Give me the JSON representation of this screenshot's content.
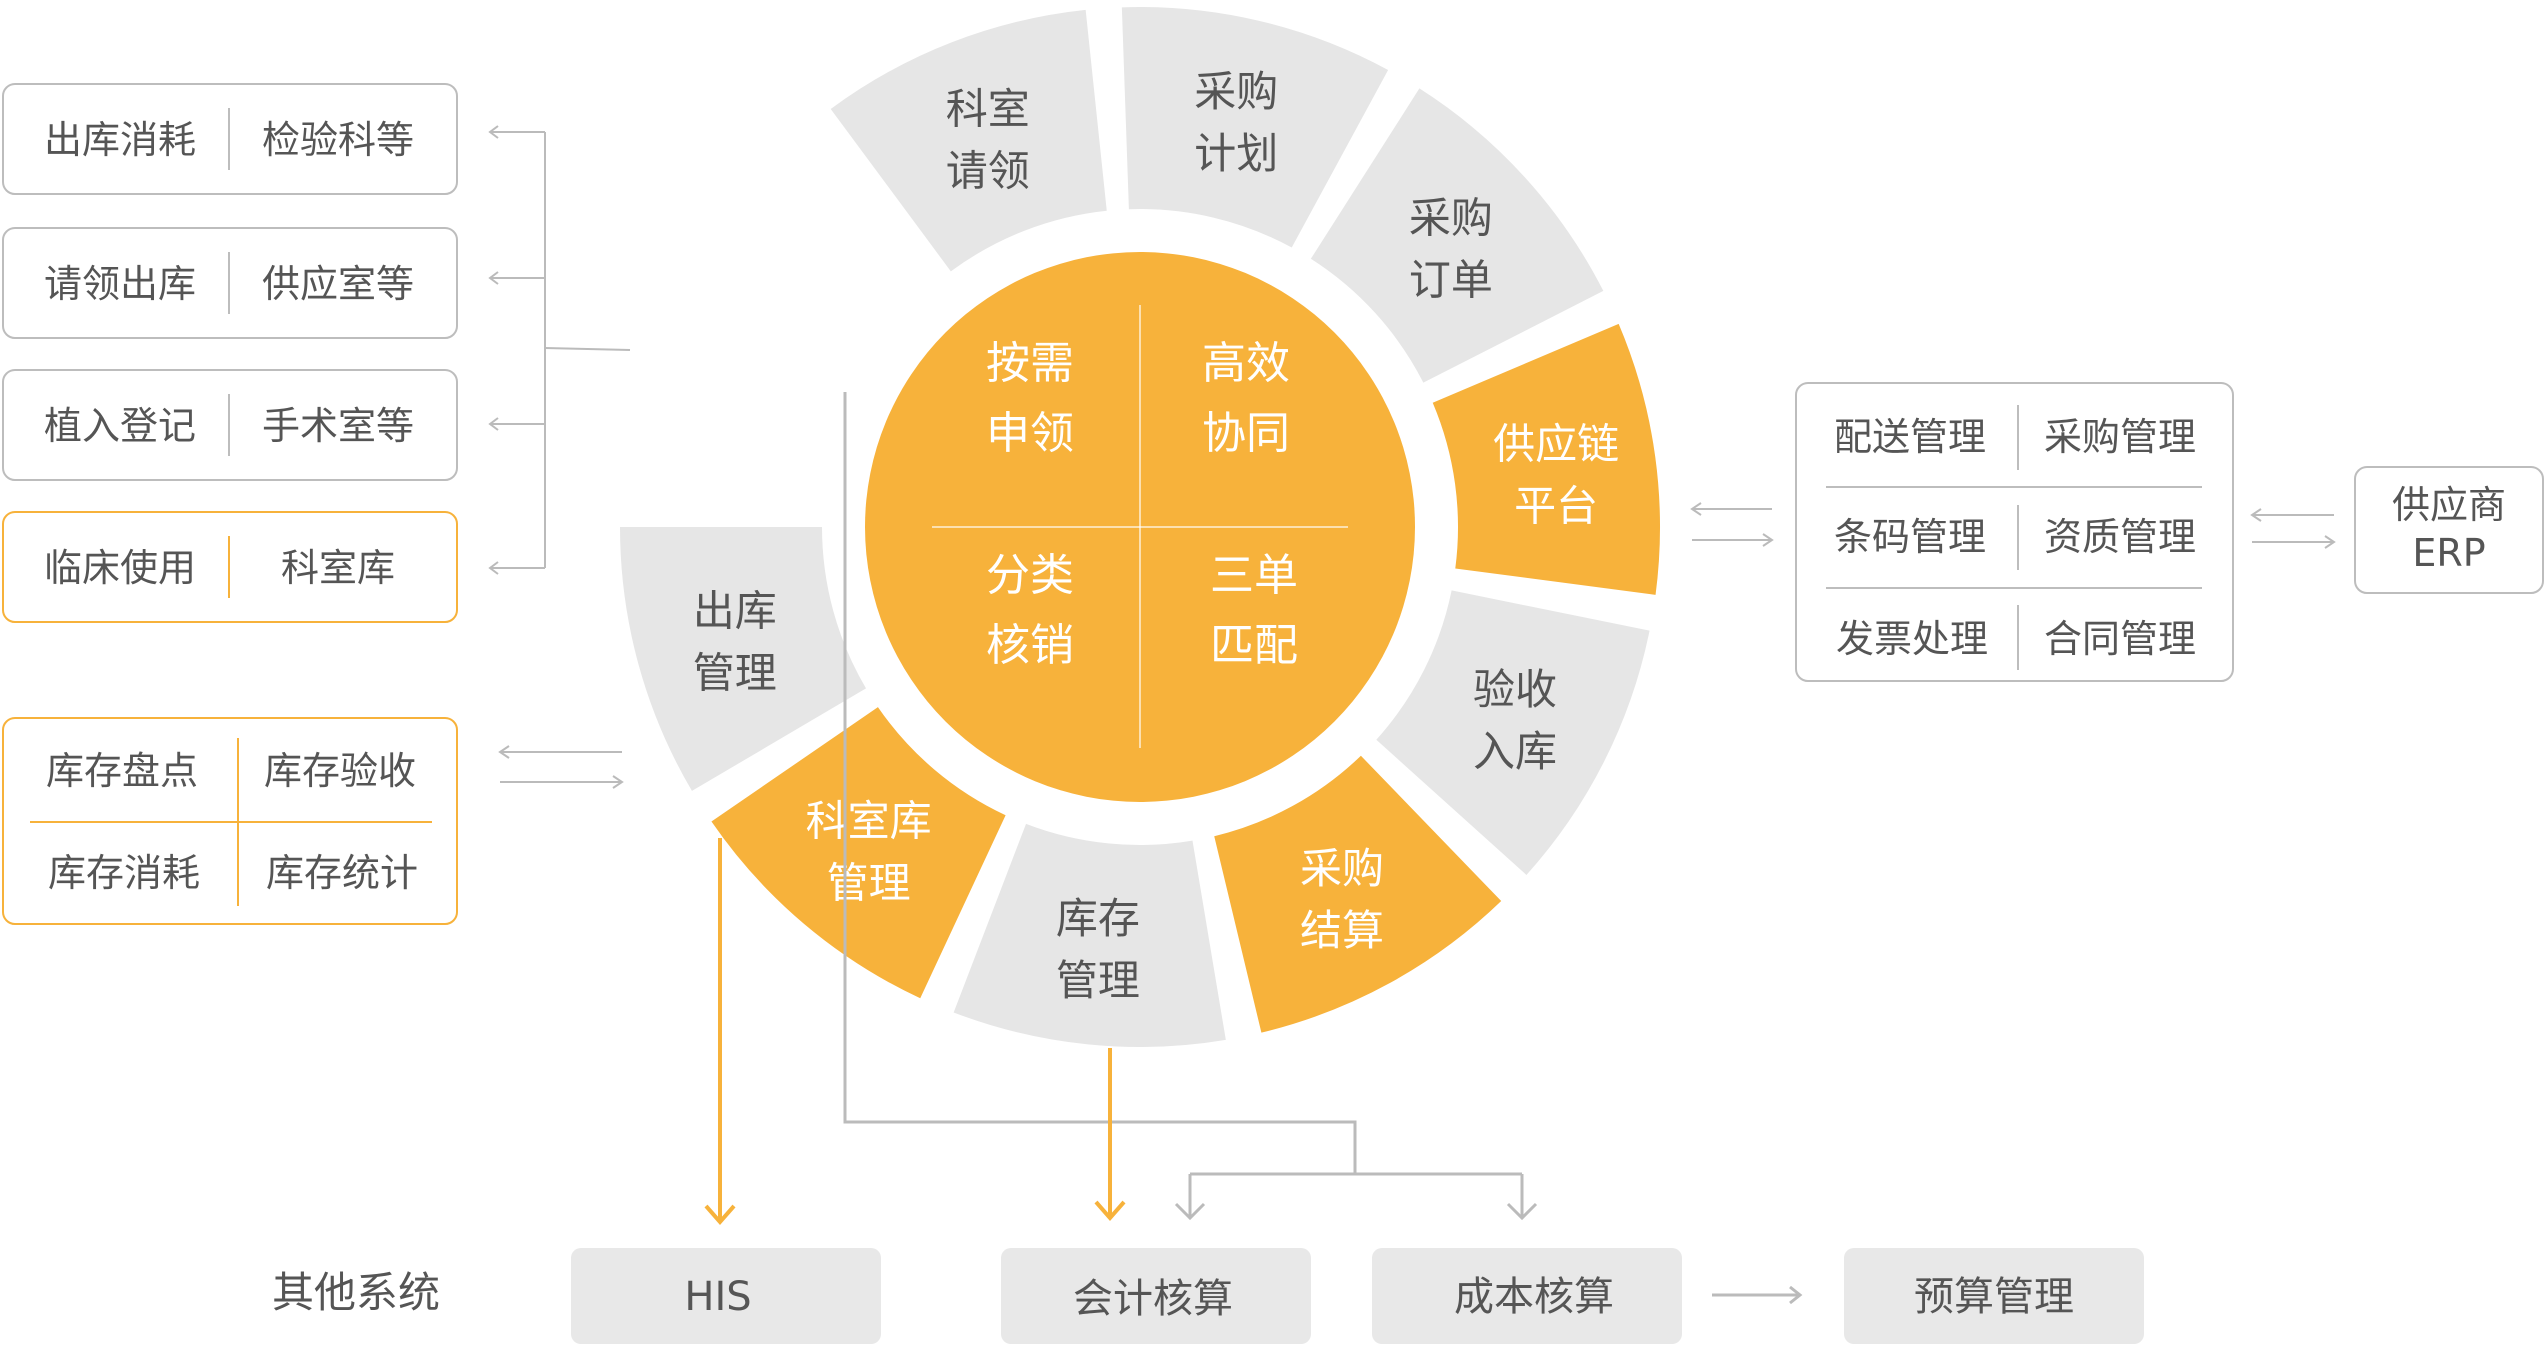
{
  "colors": {
    "orange": "#F7B23B",
    "gray_segment": "#E6E6E6",
    "gray_box": "#E8E8E8",
    "text_dark": "#555555",
    "text_white": "#FFFFFF",
    "line_gray": "#BBBBBB",
    "border_gray": "#BDBDBD"
  },
  "ring": [
    {
      "id": "dept-request",
      "lines": [
        "科室",
        "请领"
      ],
      "highlight": false
    },
    {
      "id": "purchase-plan",
      "lines": [
        "采购",
        "计划"
      ],
      "highlight": false
    },
    {
      "id": "purchase-order",
      "lines": [
        "采购",
        "订单"
      ],
      "highlight": false
    },
    {
      "id": "supply-chain-platform",
      "lines": [
        "供应链",
        "平台"
      ],
      "highlight": true
    },
    {
      "id": "acceptance-storage",
      "lines": [
        "验收",
        "入库"
      ],
      "highlight": false
    },
    {
      "id": "purchase-settlement",
      "lines": [
        "采购",
        "结算"
      ],
      "highlight": true
    },
    {
      "id": "inventory-management",
      "lines": [
        "库存",
        "管理"
      ],
      "highlight": false
    },
    {
      "id": "dept-warehouse-management",
      "lines": [
        "科室库",
        "管理"
      ],
      "highlight": true
    },
    {
      "id": "outbound-management",
      "lines": [
        "出库",
        "管理"
      ],
      "highlight": false
    }
  ],
  "center": [
    {
      "id": "on-demand-request",
      "lines": [
        "按需",
        "申领"
      ]
    },
    {
      "id": "efficient-collaboration",
      "lines": [
        "高效",
        "协同"
      ]
    },
    {
      "id": "classified-writeoff",
      "lines": [
        "分类",
        "核销"
      ]
    },
    {
      "id": "three-document-match",
      "lines": [
        "三单",
        "匹配"
      ]
    }
  ],
  "left_boxes": [
    {
      "id": "outbound-consumption",
      "left": "出库消耗",
      "right": "检验科等",
      "highlight": false
    },
    {
      "id": "request-outbound",
      "left": "请领出库",
      "right": "供应室等",
      "highlight": false
    },
    {
      "id": "implant-registration",
      "left": "植入登记",
      "right": "手术室等",
      "highlight": false
    },
    {
      "id": "clinical-use",
      "left": "临床使用",
      "right": "科室库",
      "highlight": true
    }
  ],
  "inventory_box": {
    "cells": [
      "库存盘点",
      "库存验收",
      "库存消耗",
      "库存统计"
    ]
  },
  "supply_box": {
    "cells": [
      "配送管理",
      "采购管理",
      "条码管理",
      "资质管理",
      "发票处理",
      "合同管理"
    ]
  },
  "supplier_erp": {
    "lines": [
      "供应商",
      "ERP"
    ]
  },
  "bottom": {
    "label": "其他系统",
    "systems": [
      {
        "id": "his",
        "text": "HIS"
      },
      {
        "id": "accounting",
        "text": "会计核算"
      },
      {
        "id": "cost-accounting",
        "text": "成本核算"
      },
      {
        "id": "budget-management",
        "text": "预算管理"
      }
    ]
  }
}
